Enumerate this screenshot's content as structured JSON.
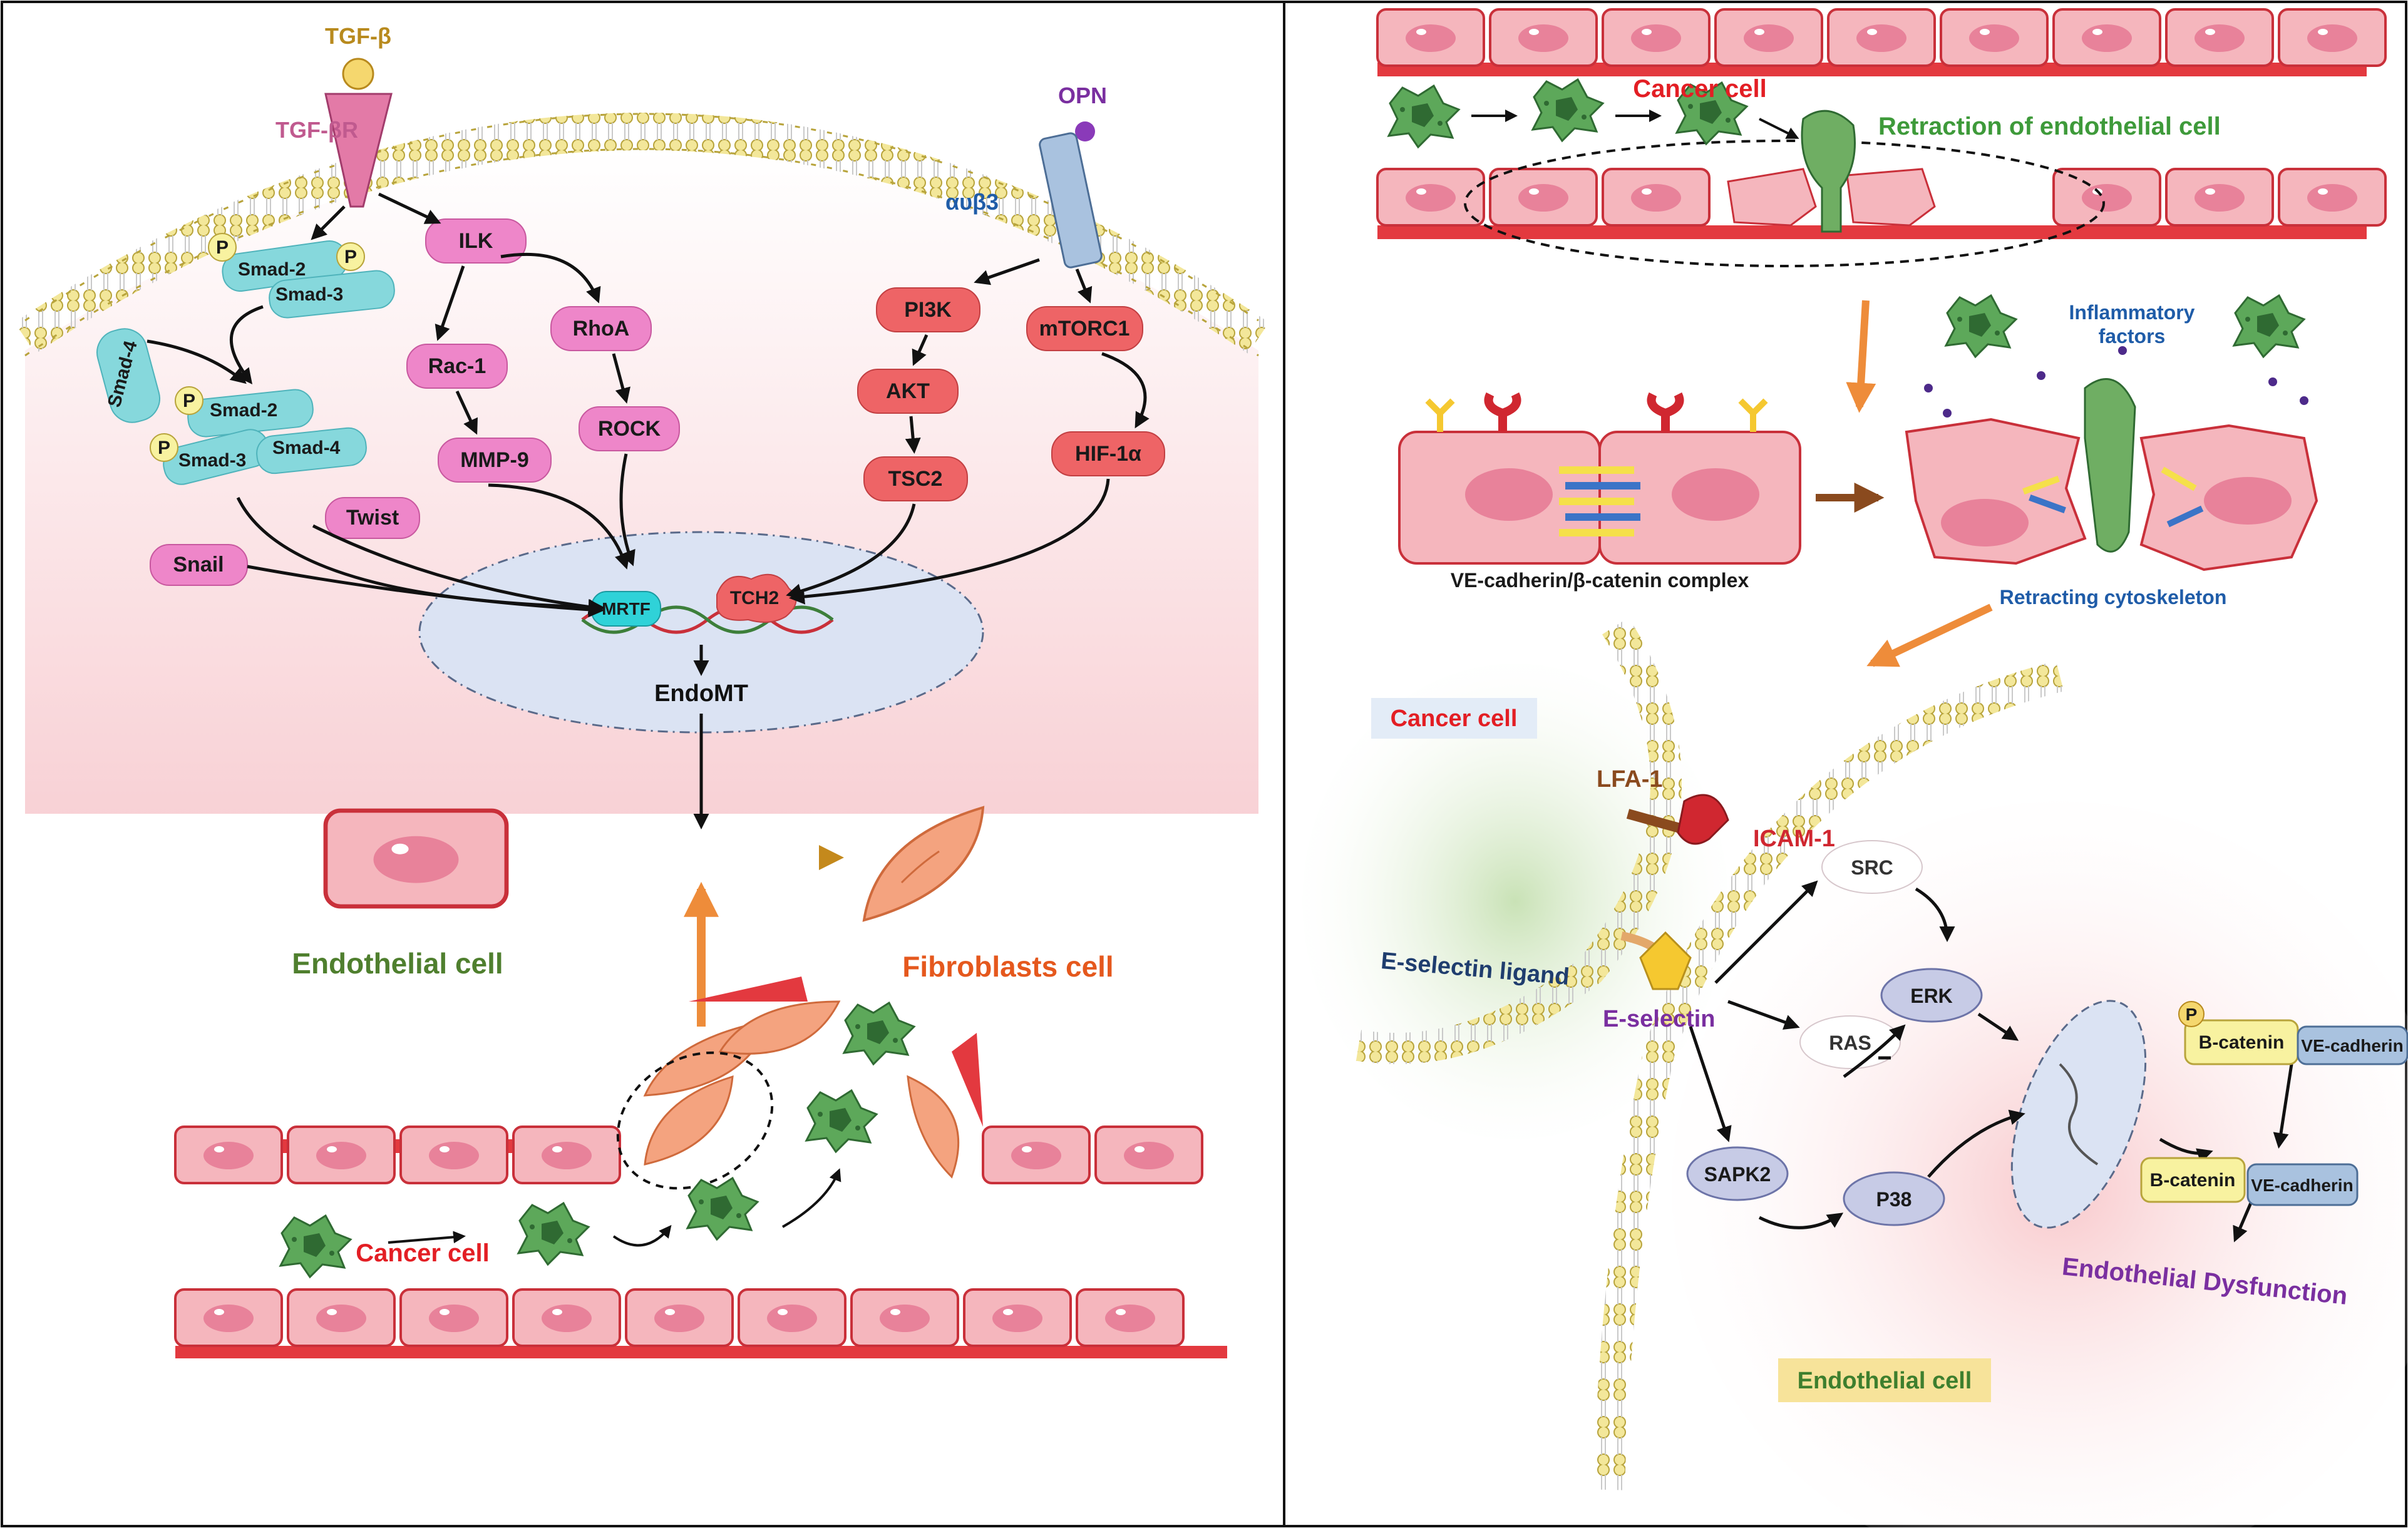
{
  "left_panel": {
    "ligands": {
      "tgf_beta": "TGF-β",
      "tgf_beta_r": "TGF-βR",
      "opn": "OPN",
      "integrin": "αυβ3"
    },
    "phospho": "P",
    "smad": {
      "smad2_a": "Smad-2",
      "smad3_a": "Smad-3",
      "smad4_a": "Smad-4",
      "smad2_b": "Smad-2",
      "smad3_b": "Smad-3",
      "smad4_b": "Smad-4"
    },
    "nodes": {
      "ilk": "ILK",
      "rac1": "Rac-1",
      "mmp9": "MMP-9",
      "rhoa": "RhoA",
      "rock": "ROCK",
      "pi3k": "PI3K",
      "akt": "AKT",
      "tsc2": "TSC2",
      "mtorc1": "mTORC1",
      "hif1a": "HIF-1α",
      "twist": "Twist",
      "snail": "Snail",
      "mrtf": "MRTF",
      "tch2": "TCH2"
    },
    "endomt": "EndoMT",
    "endothelial_cell": "Endothelial cell",
    "fibroblasts_cell": "Fibroblasts cell",
    "cancer_cell": "Cancer cell"
  },
  "right_panel": {
    "top": {
      "cancer_cell": "Cancer cell",
      "retraction": "Retraction of endothelial cell"
    },
    "middle": {
      "inflammatory_1": "Inflammatory",
      "inflammatory_2": "factors",
      "ve_complex": "VE-cadherin/β-catenin complex",
      "retracting": "Retracting cytoskeleton"
    },
    "bottom": {
      "cancer_cell": "Cancer cell",
      "lfa1": "LFA-1",
      "icam1": "ICAM-1",
      "e_selectin_ligand": "E-selectin ligand",
      "e_selectin": "E-selectin",
      "src": "SRC",
      "erk": "ERK",
      "ras": "RAS",
      "sapk2": "SAPK2",
      "p38": "P38",
      "phospho": "P",
      "b_catenin_1": "B-catenin",
      "ve_cadherin_1": "VE-cadherin",
      "b_catenin_2": "B-catenin",
      "ve_cadherin_2": "VE-cadherin",
      "dysfunction": "Endothelial Dysfunction",
      "endothelial_cell": "Endothelial cell"
    }
  },
  "colors": {
    "cancer_red": "#e31e24",
    "endo_green": "#4f7f2e",
    "fibro_orange": "#e5581d",
    "purple": "#7a2fa0",
    "blue_label": "#1f5ca8",
    "tgf_gold": "#b88a1e",
    "tgfr_pink": "#c05a8f",
    "smad_cyan": "#86d8dc",
    "pink_node": "#ee86c9",
    "salmon_node": "#ee6466",
    "lavender": "#c7cbe6"
  }
}
